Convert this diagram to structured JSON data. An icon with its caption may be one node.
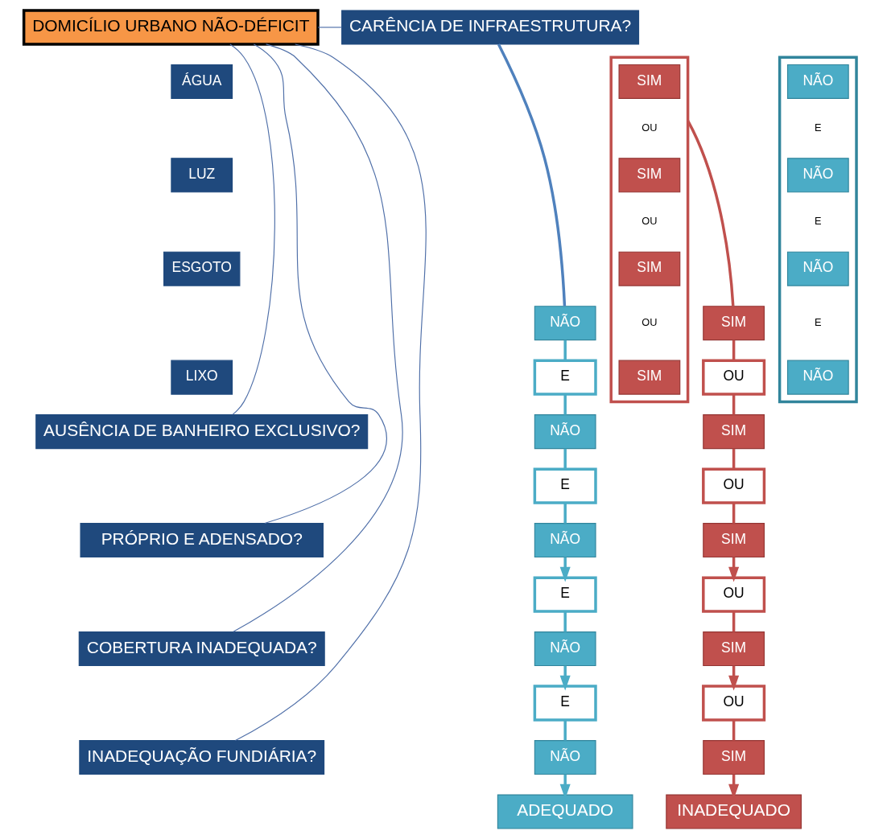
{
  "diagram": {
    "nodes": [
      {
        "text": [
          "DOMICÍLIO URBANO NÃO-DÉFICIT"
        ]
      },
      {
        "text": [
          "CARÊNCIA DE INFRAESTRUTURA?"
        ]
      },
      {
        "text": [
          "ÁGUA"
        ]
      },
      {
        "text": [
          "LUZ"
        ]
      },
      {
        "text": [
          "ESGOTO"
        ]
      },
      {
        "text": [
          "LIXO"
        ]
      },
      {
        "text": [],
        "shape": "box"
      },
      {
        "text": [
          "NÃO"
        ],
        "in": 6
      },
      {
        "text": [
          "NÃO"
        ],
        "in": 6
      },
      {
        "text": [
          "NÃO"
        ],
        "in": 6
      },
      {
        "text": [
          "NÃO"
        ],
        "in": 6
      },
      {
        "text": [],
        "shape": "box"
      },
      {
        "text": [
          "SIM"
        ],
        "in": 11
      },
      {
        "text": [
          "SIM"
        ],
        "in": 11
      },
      {
        "text": [
          "SIM"
        ],
        "in": 11
      },
      {
        "text": [
          "SIM"
        ],
        "in": 11
      },
      {
        "text": [
          "AUSÊNCIA DE BANHEIRO EXCLUSIVO?"
        ]
      },
      {
        "text": [
          "PRÓPRIO E ADENSADO?"
        ]
      },
      {
        "text": [
          "COBERTURA INADEQUADA?"
        ]
      },
      {
        "text": [
          "INADEQUAÇÃO FUNDIÁRIA?"
        ]
      },
      {
        "text": [
          "SIM"
        ]
      },
      {
        "text": [
          "OU"
        ]
      },
      {
        "text": [
          "SIM"
        ]
      },
      {
        "text": [
          "OU"
        ]
      },
      {
        "text": [
          "SIM"
        ]
      },
      {
        "text": [
          "OU"
        ]
      },
      {
        "text": [
          "SIM"
        ]
      },
      {
        "text": [
          "OU"
        ]
      },
      {
        "text": [
          "SIM"
        ]
      },
      {
        "text": [
          "INADEQUADO"
        ]
      },
      {
        "text": [
          "NÃO"
        ]
      },
      {
        "text": [
          "E"
        ]
      },
      {
        "text": [
          "NÃO"
        ]
      },
      {
        "text": [
          "E"
        ]
      },
      {
        "text": [
          "NÃO"
        ]
      },
      {
        "text": [
          "E"
        ]
      },
      {
        "text": [
          "NÃO"
        ]
      },
      {
        "text": [
          "E"
        ]
      },
      {
        "text": [
          "NÃO"
        ]
      },
      {
        "text": [
          "ADEQUADO"
        ]
      }
    ],
    "edges": [
      {
        "from": 0,
        "to": 1,
        "arrow": "none",
        "color": "#4f6fa8"
      },
      {
        "from": 0,
        "to": 16,
        "arrow": "none",
        "color": "#4f6fa8"
      },
      {
        "from": 0,
        "to": 17,
        "arrow": "none",
        "color": "#4f6fa8"
      },
      {
        "from": 0,
        "to": 18,
        "arrow": "none",
        "color": "#4f6fa8"
      },
      {
        "from": 0,
        "to": 19,
        "arrow": "none",
        "color": "#4f6fa8"
      },
      {
        "from": 1,
        "to": 30,
        "arrow": "none",
        "color": "#4f81bd"
      },
      {
        "from": 11,
        "to": 20,
        "arrow": "none",
        "color": "#c0504d"
      },
      {
        "from": 20,
        "to": 21,
        "arrow": "none",
        "color": "#c0504d"
      },
      {
        "from": 21,
        "to": 22,
        "arrow": "none",
        "color": "#c0504d"
      },
      {
        "from": 22,
        "to": 23,
        "arrow": "none",
        "color": "#c0504d"
      },
      {
        "from": 23,
        "to": 24,
        "arrow": "none",
        "color": "#c0504d"
      },
      {
        "from": 24,
        "to": 25,
        "arrow": "to",
        "color": "#c0504d"
      },
      {
        "from": 25,
        "to": 26,
        "arrow": "none",
        "color": "#c0504d"
      },
      {
        "from": 26,
        "to": 27,
        "arrow": "to",
        "color": "#c0504d"
      },
      {
        "from": 27,
        "to": 28,
        "arrow": "none",
        "color": "#c0504d"
      },
      {
        "from": 28,
        "to": 29,
        "arrow": "to",
        "color": "#c0504d"
      },
      {
        "from": 30,
        "to": 31,
        "arrow": "none",
        "color": "#4bacc6"
      },
      {
        "from": 31,
        "to": 32,
        "arrow": "none",
        "color": "#4bacc6"
      },
      {
        "from": 32,
        "to": 33,
        "arrow": "none",
        "color": "#4bacc6"
      },
      {
        "from": 33,
        "to": 34,
        "arrow": "none",
        "color": "#4bacc6"
      },
      {
        "from": 34,
        "to": 35,
        "arrow": "to",
        "color": "#4bacc6"
      },
      {
        "from": 35,
        "to": 36,
        "arrow": "none",
        "color": "#4bacc6"
      },
      {
        "from": 36,
        "to": 37,
        "arrow": "to",
        "color": "#4bacc6"
      },
      {
        "from": 37,
        "to": 38,
        "arrow": "none",
        "color": "#4bacc6"
      },
      {
        "from": 38,
        "to": 39,
        "arrow": "to",
        "color": "#4bacc6"
      }
    ],
    "labels": [
      "E",
      "OU",
      "E",
      "OU",
      "E",
      "OU"
    ]
  }
}
